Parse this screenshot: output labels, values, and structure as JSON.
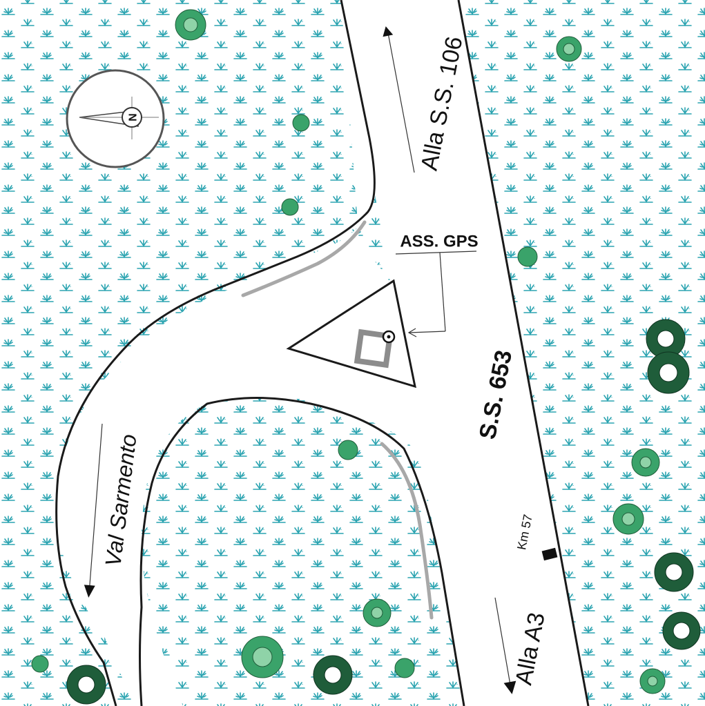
{
  "labels": {
    "ss106": "Alla S.S. 106",
    "ss653": "S.S. 653",
    "gps": "ASS. GPS",
    "valsarmento": "Val Sarmento",
    "a3": "Alla  A3",
    "km": "Km 57",
    "north": "N"
  },
  "colors": {
    "grass": "#2aa3b0",
    "road_line": "#1a1a1a",
    "guardrail": "#a8a8a8",
    "tree_light": "#3aa36a",
    "tree_dark": "#1f5d3a",
    "pillar": "#8c8c8c"
  },
  "icons": [
    "compass-rose-icon",
    "gps-marker-icon",
    "tree-icon",
    "arrow-icon"
  ]
}
